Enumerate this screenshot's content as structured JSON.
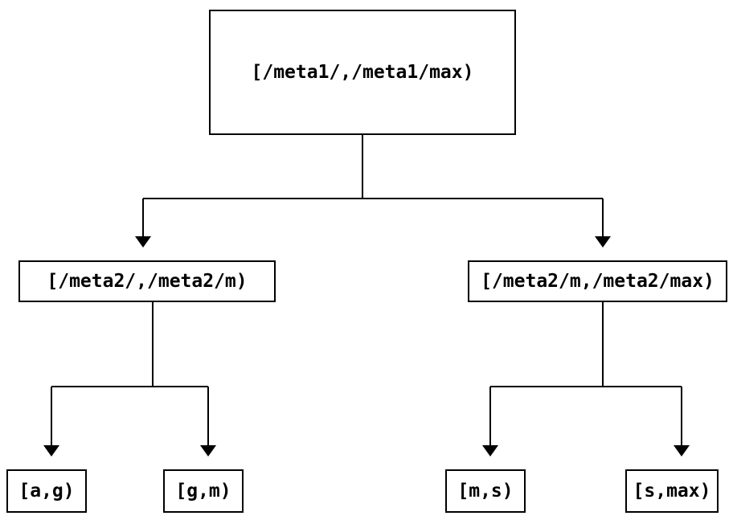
{
  "diagram": {
    "colors": {
      "background": "#ffffff",
      "line": "#000000",
      "text": "#000000"
    },
    "nodes": {
      "root": {
        "label": "[/meta1/,/meta1/max)"
      },
      "meta2_left": {
        "label": "[/meta2/,/meta2/m)"
      },
      "meta2_right": {
        "label": "[/meta2/m,/meta2/max)"
      },
      "leaf_ag": {
        "label": "[a,g)"
      },
      "leaf_gm": {
        "label": "[g,m)"
      },
      "leaf_ms": {
        "label": "[m,s)"
      },
      "leaf_smax": {
        "label": "[s,max)"
      }
    }
  }
}
